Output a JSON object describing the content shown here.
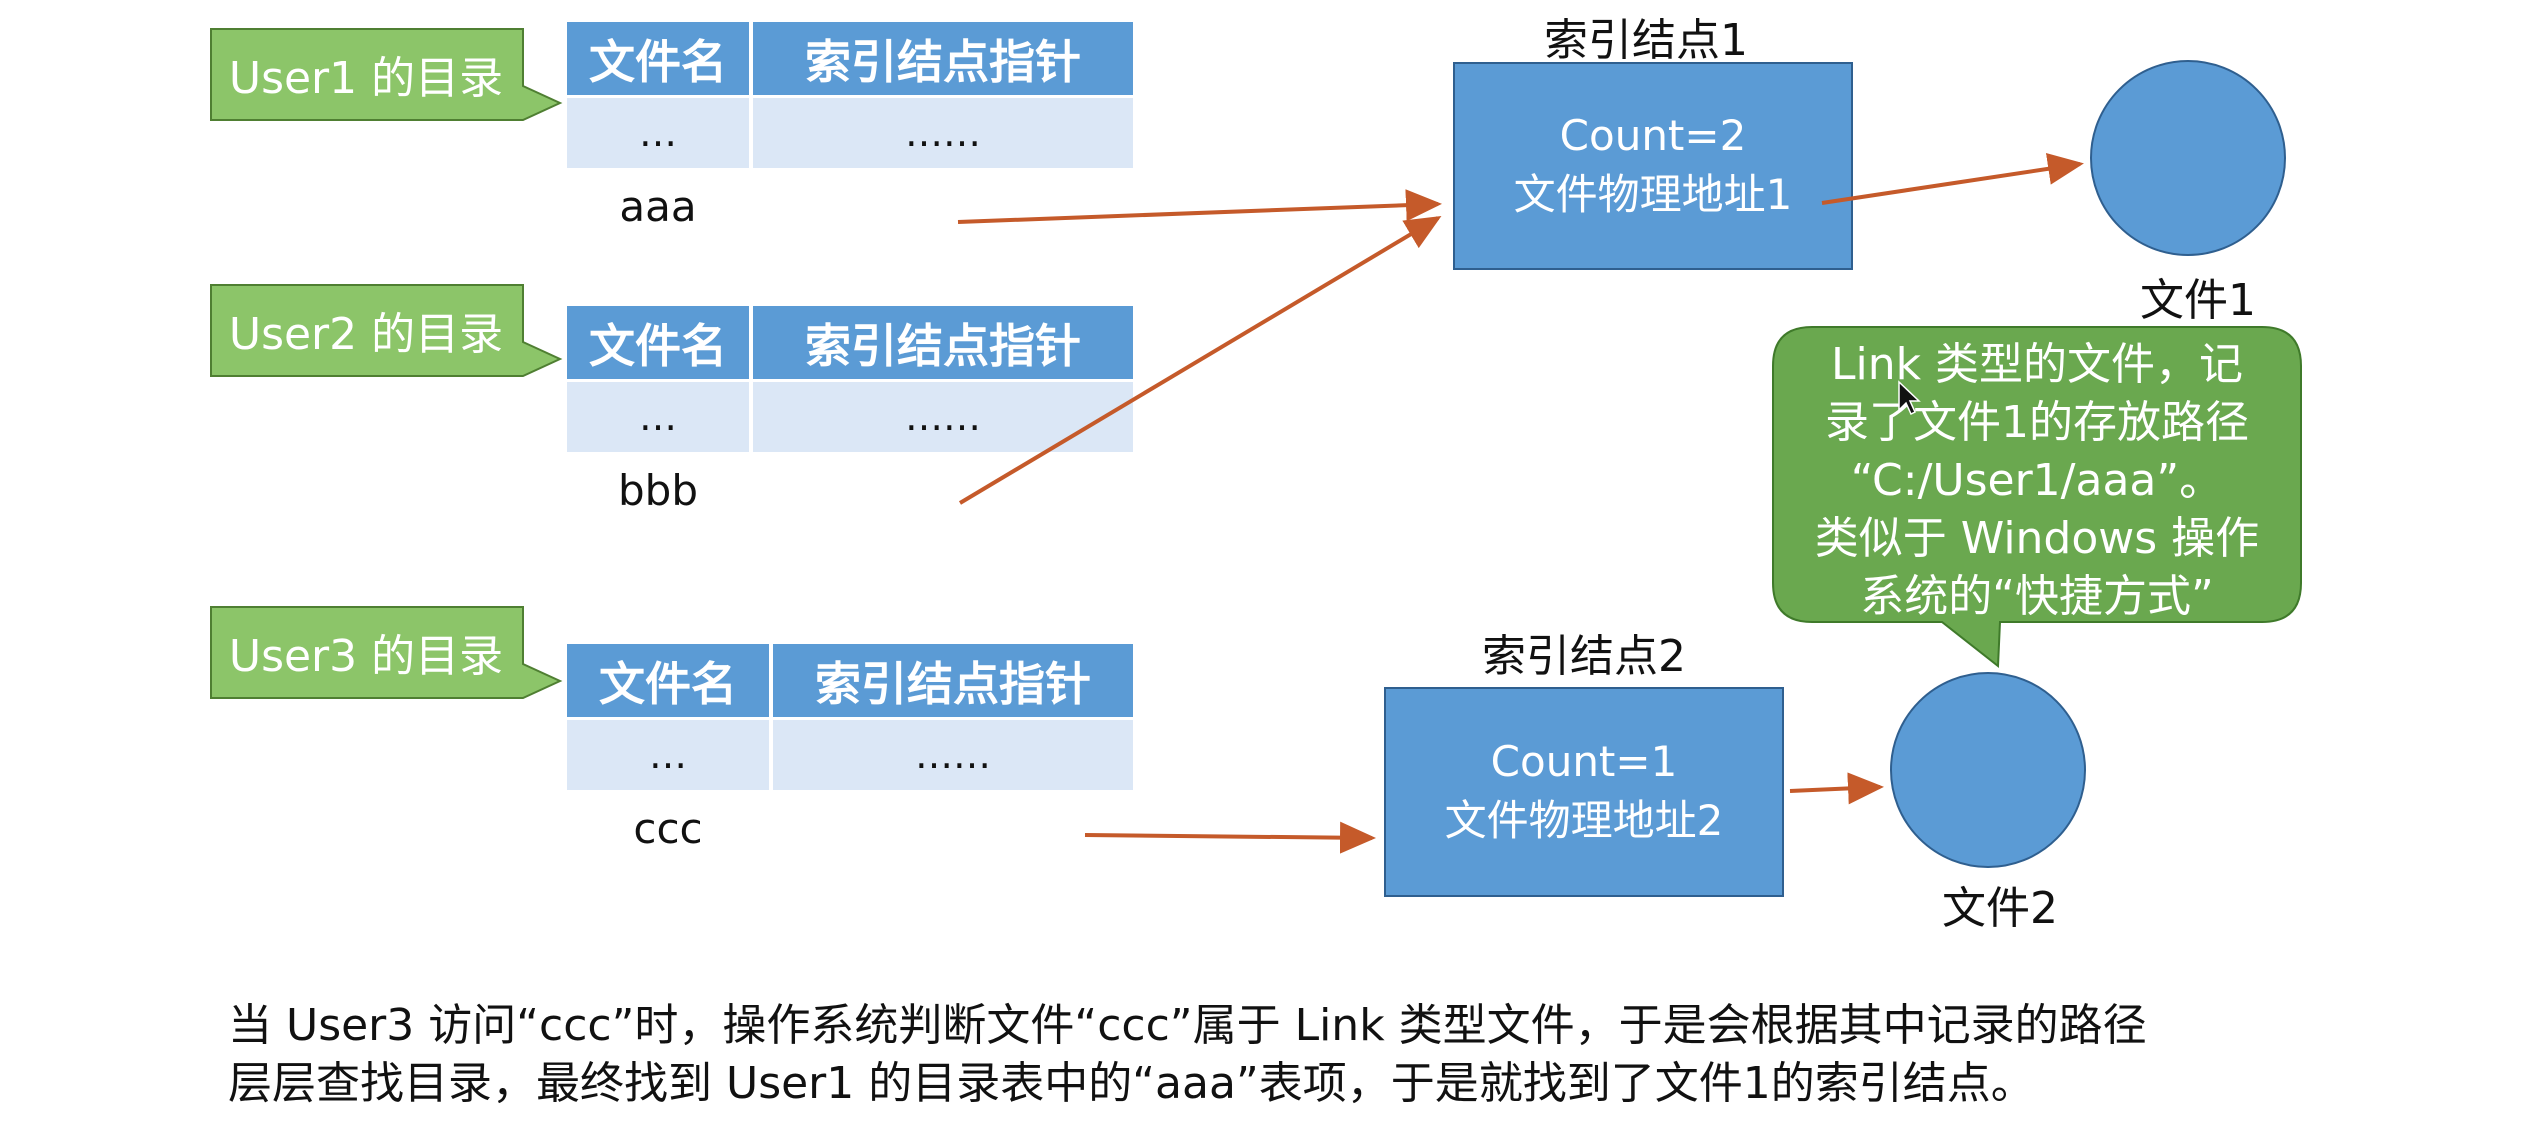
{
  "directories": [
    {
      "label": "User1 的目录",
      "header": [
        "文件名",
        "索引结点指针"
      ],
      "rows": [
        [
          "…",
          "……"
        ],
        [
          "aaa",
          ""
        ]
      ]
    },
    {
      "label": "User2 的目录",
      "header": [
        "文件名",
        "索引结点指针"
      ],
      "rows": [
        [
          "…",
          "……"
        ],
        [
          "bbb",
          ""
        ]
      ]
    },
    {
      "label": "User3 的目录",
      "header": [
        "文件名",
        "索引结点指针"
      ],
      "rows": [
        [
          "…",
          "……"
        ],
        [
          "ccc",
          ""
        ]
      ]
    }
  ],
  "index_nodes": [
    {
      "title": "索引结点1",
      "count": "Count=2",
      "address": "文件物理地址1"
    },
    {
      "title": "索引结点2",
      "count": "Count=1",
      "address": "文件物理地址2"
    }
  ],
  "files": [
    "文件1",
    "文件2"
  ],
  "link_note": [
    "Link 类型的文件，记",
    "录了文件1的存放路径",
    "“C:/User1/aaa”。",
    "类似于 Windows 操作",
    "系统的“快捷方式”"
  ],
  "caption": [
    "当 User3 访问“ccc”时，操作系统判断文件“ccc”属于 Link 类型文件，于是会根据其中记录的路径",
    "层层查找目录，最终找到 User1 的目录表中的“aaa”表项，于是就找到了文件1的索引结点。"
  ],
  "colors": {
    "callout_fill": "#8cc569",
    "table_header": "#5b9bd5",
    "table_row": "#dbe7f6",
    "node_fill": "#5b9bd5",
    "speech_fill": "#6aa84f",
    "arrow": "#c55a2a"
  }
}
